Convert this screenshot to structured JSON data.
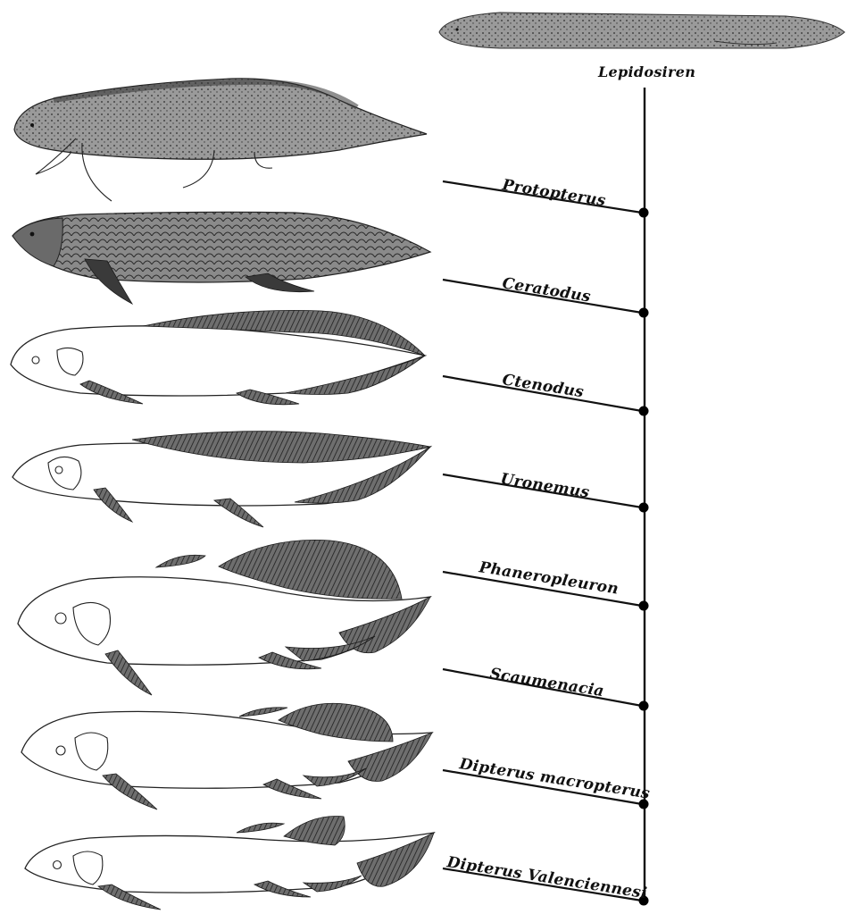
{
  "diagram": {
    "taxa": [
      {
        "id": "lepidosiren",
        "label": "Lepidosiren"
      },
      {
        "id": "protopterus",
        "label": "Protopterus"
      },
      {
        "id": "ceratodus",
        "label": "Ceratodus"
      },
      {
        "id": "ctenodus",
        "label": "Ctenodus"
      },
      {
        "id": "uronemus",
        "label": "Uronemus"
      },
      {
        "id": "phaneropleuron",
        "label": "Phaneropleuron"
      },
      {
        "id": "scaumenacia",
        "label": "Scaumenacia"
      },
      {
        "id": "dipterus-macropterus",
        "label": "Dipterus macropterus"
      },
      {
        "id": "dipterus-valenciennesi",
        "label": "Dipterus Valenciennesi"
      }
    ]
  }
}
